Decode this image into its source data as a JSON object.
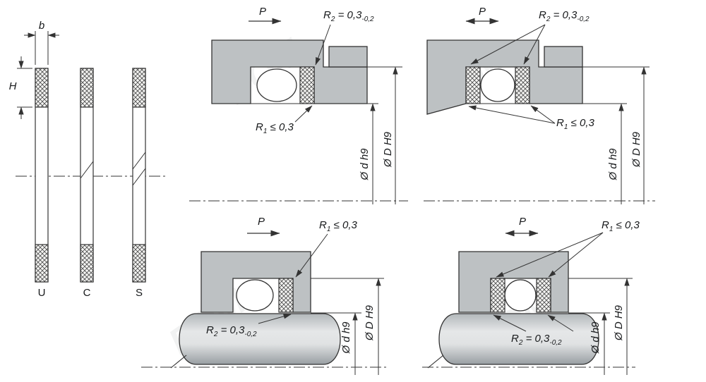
{
  "watermark": "РОМ",
  "profiles": {
    "width_dim_label": "b",
    "height_dim_label": "H",
    "types": [
      {
        "label": "U"
      },
      {
        "label": "C"
      },
      {
        "label": "S"
      }
    ]
  },
  "annotations": {
    "pressure_label": "P",
    "r1": {
      "base": "R",
      "sub": "1",
      "rest": " ≤ 0,3"
    },
    "r2": {
      "base": "R",
      "sub": "2",
      "rest": " = 0,3",
      "tol": "-0,2"
    },
    "dim_shaft": "Ø d h9",
    "dim_bore": "Ø D H9"
  }
}
